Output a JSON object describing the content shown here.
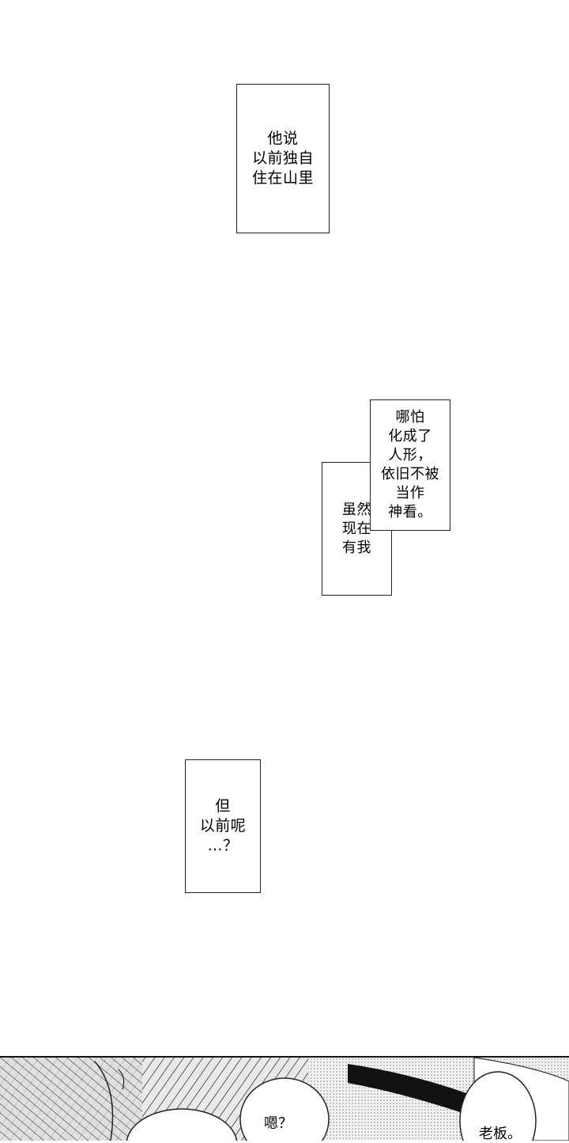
{
  "captions": {
    "box1": [
      "他说",
      "以前独自",
      "住在山里"
    ],
    "box2a": [
      "哪怕",
      "化成了",
      "人形，",
      "依旧不被",
      "当作",
      "神看。"
    ],
    "box2b": [
      "虽然",
      "现在",
      "有我"
    ],
    "box3": [
      "但",
      "以前呢",
      "…？"
    ]
  },
  "panel": {
    "bubble_left": "嗯？",
    "bubble_right": "老板。"
  }
}
